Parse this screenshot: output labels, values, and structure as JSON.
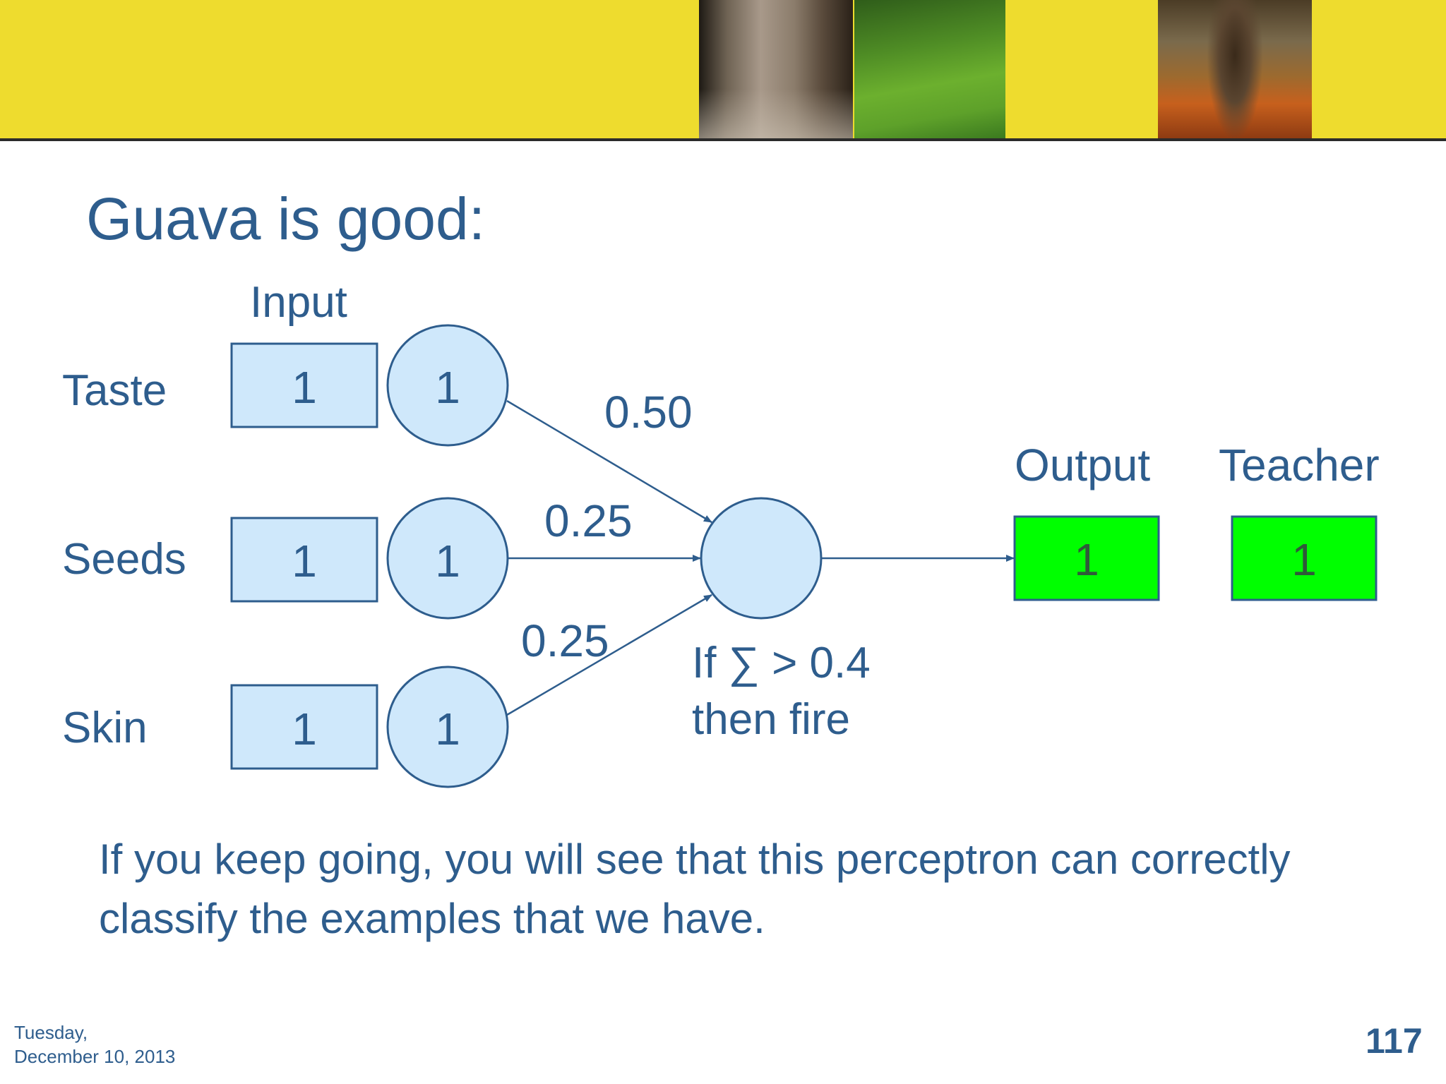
{
  "slide": {
    "title": "Guava is good:",
    "input_heading": "Input",
    "rows": [
      {
        "label": "Taste",
        "input_value": "1",
        "node_value": "1"
      },
      {
        "label": "Seeds",
        "input_value": "1",
        "node_value": "1"
      },
      {
        "label": "Skin",
        "input_value": "1",
        "node_value": "1"
      }
    ],
    "weights": [
      "0.50",
      "0.25",
      "0.25"
    ],
    "rule_line1": "If ∑ > 0.4",
    "rule_line2": "then fire",
    "output_heading": "Output",
    "output_value": "1",
    "teacher_heading": "Teacher",
    "teacher_value": "1",
    "footnote": "If you keep going, you will see that this perceptron can correctly classify the examples that we have.",
    "footer_date_line1": "Tuesday,",
    "footer_date_line2": "December 10, 2013",
    "page_number": "117"
  },
  "colors": {
    "header_band": "#eedc2e",
    "text_blue": "#2e5d8d",
    "input_fill": "#cfe8fb",
    "output_fill": "#00ff00"
  }
}
